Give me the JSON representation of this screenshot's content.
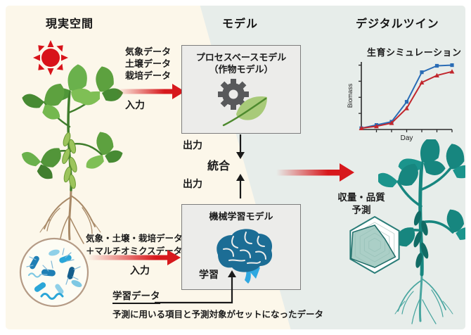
{
  "headers": {
    "real_space": "現実空間",
    "model": "モデル",
    "digital_twin": "デジタルツイン"
  },
  "input_top": {
    "lines": [
      "気象データ",
      "土壌データ",
      "栽培データ"
    ],
    "label": "入力"
  },
  "process_box": {
    "line1": "プロセスベースモデル",
    "line2": "（作物モデル）"
  },
  "flow": {
    "output_top": "出力",
    "integration": "統合",
    "output_bottom": "出力"
  },
  "ml_box": {
    "title": "機械学習モデル",
    "learn": "学習"
  },
  "input_bottom": {
    "lines": [
      "気象・土壌・栽培データ",
      "＋マルチオミクスデータ"
    ],
    "label": "入力"
  },
  "training": {
    "label": "学習データ",
    "description": "予測に用いる項目と予測対象がセットになったデータ"
  },
  "digital_twin_panel": {
    "yield_line1": "収量・品質",
    "yield_line2": "予測"
  },
  "chart_data": {
    "type": "line",
    "title": "生育シミュレーション",
    "xlabel": "Day",
    "ylabel": "Biomass",
    "x": [
      0,
      1,
      2,
      3,
      4,
      5,
      6
    ],
    "xlim": [
      0,
      6
    ],
    "ylim": [
      0,
      1.05
    ],
    "grid": false,
    "legend": "none",
    "series": [
      {
        "name": "simulation-blue",
        "color": "#2a6cb5",
        "marker": "square",
        "values": [
          0.02,
          0.07,
          0.12,
          0.43,
          0.89,
          0.99,
          1.0
        ]
      },
      {
        "name": "observation-red",
        "color": "#c1272d",
        "marker": "triangle",
        "values": [
          0.02,
          0.05,
          0.1,
          0.33,
          0.73,
          0.84,
          0.9
        ]
      }
    ]
  },
  "radar": {
    "type": "radar-hexagon",
    "levels": 4,
    "values": [
      0.7,
      0.42,
      0.85,
      0.8,
      0.97,
      0.9
    ],
    "fill": "#8fbfb4",
    "fill_opacity": 0.75,
    "stroke": "#1d6b66",
    "outer_stroke": "#2a7d78",
    "ring_stroke": "#c3d4d0"
  },
  "palette": {
    "accent_red": "#d7181c",
    "cream_bg": "#fcf7ea",
    "blue_bg": "#e7edea",
    "box_bg": "#ececea",
    "box_border": "#7d7d7d",
    "plant_green": "#5da13f",
    "root_brown": "#a98a68",
    "teal": "#17867f",
    "brain_blue": "#1c6d95",
    "brain_light": "#2fa8e1",
    "gear_gray": "#58595b"
  }
}
